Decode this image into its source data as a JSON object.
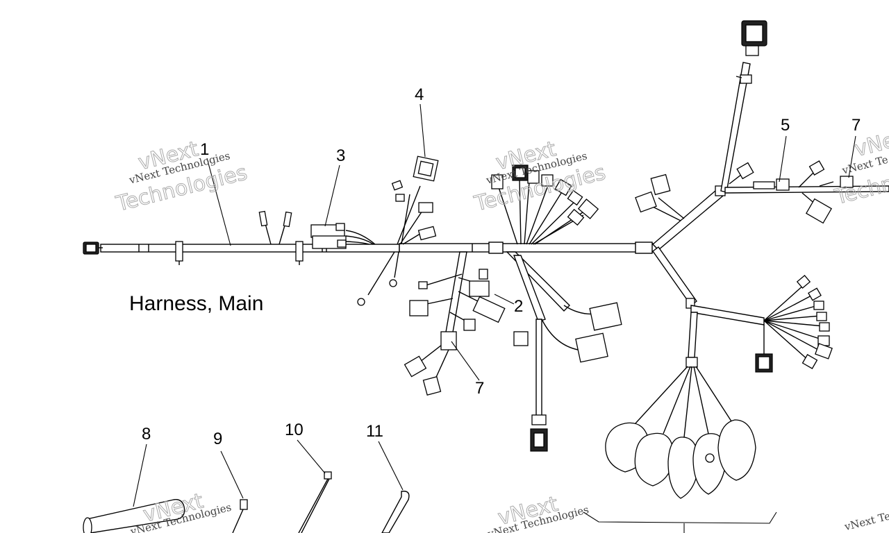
{
  "diagram": {
    "title": "Harness, Main",
    "callouts": {
      "c1": "1",
      "c2": "2",
      "c3": "3",
      "c4": "4",
      "c5": "5",
      "c7a": "7",
      "c7b": "7",
      "c8": "8",
      "c9": "9",
      "c10": "10",
      "c11": "11"
    },
    "watermark": {
      "brand": "vNext",
      "line": "vNext Technologies",
      "word": "Technologies",
      "short": "vNext Te"
    }
  }
}
